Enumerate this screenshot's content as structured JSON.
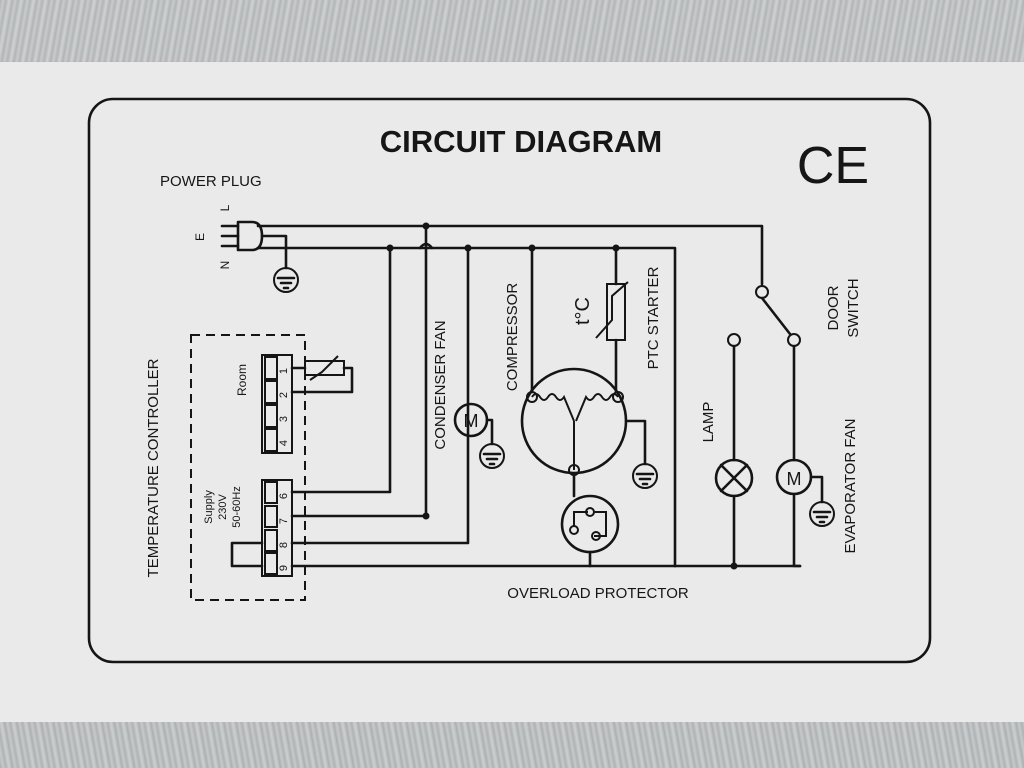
{
  "title": "CIRCUIT DIAGRAM",
  "mark": "CE",
  "labels": {
    "power_plug": "POWER PLUG",
    "plug_L": "L",
    "plug_E": "E",
    "plug_N": "N",
    "temperature_controller": "TEMPERATURE  CONTROLLER",
    "room": "Room",
    "supply": "Supply",
    "voltage": "230V",
    "frequency": "50-60Hz",
    "condenser_fan": "CONDENSER FAN",
    "compressor": "COMPRESSOR",
    "ptc_symbol": "t°C",
    "ptc_starter": "PTC STARTER",
    "door_switch_1": "DOOR",
    "door_switch_2": "SWITCH",
    "lamp": "LAMP",
    "evaporator_fan": "EVAPORATOR FAN",
    "overload_protector": "OVERLOAD  PROTECTOR",
    "motor_symbol": "M"
  },
  "terminals": {
    "top_block": [
      "1",
      "2",
      "3",
      "4"
    ],
    "bottom_block": [
      "6",
      "7",
      "8",
      "9"
    ]
  }
}
